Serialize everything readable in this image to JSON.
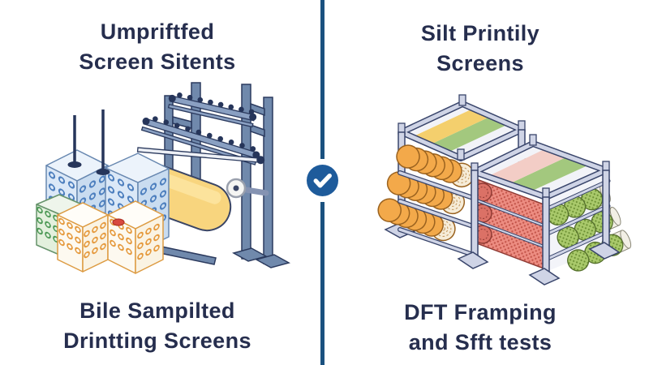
{
  "left_panel": {
    "title": {
      "line1": "Umpriftfed",
      "line2": "Screen Sitents"
    },
    "caption": {
      "line1": "Bile Sampilted",
      "line2": "Drintting Screens"
    },
    "illustration": "fabric-roll-stand-with-dotted-cubes"
  },
  "right_panel": {
    "title": {
      "line1": "Silt Printily",
      "line2": "Screens"
    },
    "caption": {
      "line1": "DFT Framping",
      "line2": "and Sfft tests"
    },
    "illustration": "storage-racks-with-printed-fabric-rolls"
  },
  "divider": {
    "badge_icon": "checkmark",
    "line_color": "#1a517f",
    "badge_color": "#1e5b9b"
  },
  "palette": {
    "text": "#262e4e",
    "background": "#ffffff",
    "stand_blue": "#7089ac",
    "rack_lavender": "#cfd4e6",
    "roll_yellow": "#f8d57e",
    "roll_orange": "#f3a94a",
    "roll_red": "#ed8d82",
    "roll_green": "#a9c96b",
    "stripe_yellow": "#f4cf6d",
    "stripe_green": "#a3c87e",
    "stripe_pink": "#f3cdc6"
  }
}
